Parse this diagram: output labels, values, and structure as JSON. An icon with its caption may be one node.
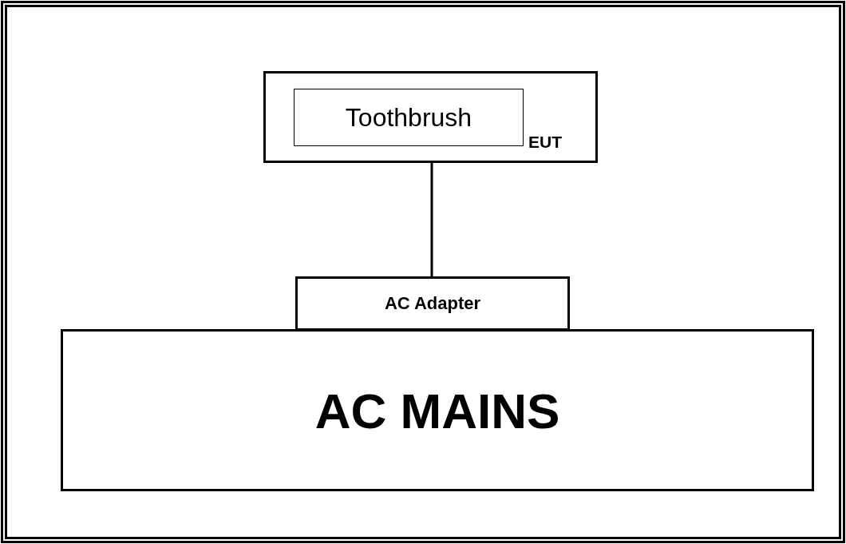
{
  "diagram": {
    "nodes": [
      {
        "text": [
          "EUT"
        ]
      },
      {
        "text": [
          "Toothbrush"
        ],
        "in": 0
      },
      {
        "text": [
          "AC Adapter"
        ]
      },
      {
        "text": [
          "AC MAINS"
        ]
      }
    ],
    "edges": [
      {
        "from": 0,
        "to": 2,
        "arrow": "none"
      }
    ]
  }
}
